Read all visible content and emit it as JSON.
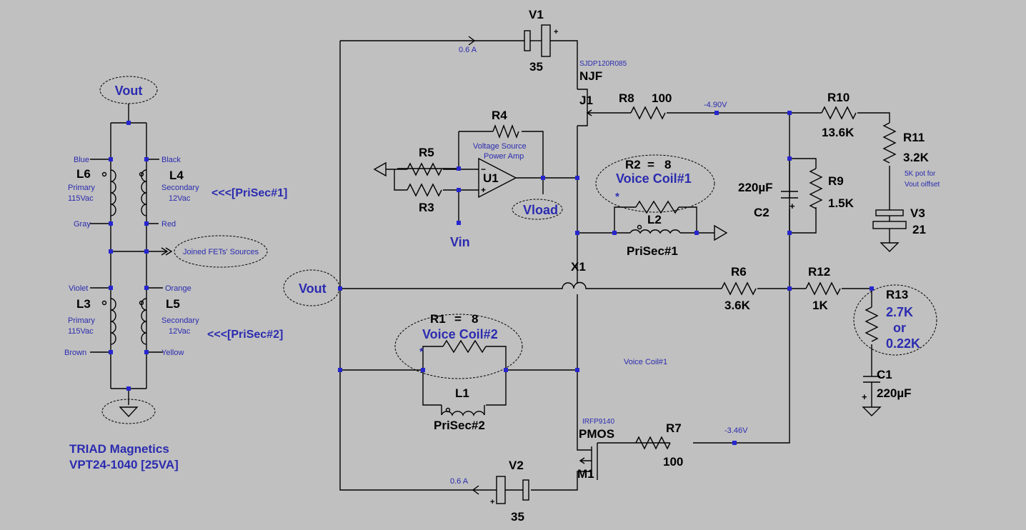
{
  "colors": {
    "background": "#c0c0c0",
    "wire": "#000000",
    "label_blue": "#2b2bb0",
    "junction": "#2626d0"
  },
  "transformer": {
    "vout_flag": "Vout",
    "l6": {
      "ref": "L6",
      "type": "Primary",
      "rating": "115Vac",
      "top_wire": "Blue",
      "bottom_wire": "Gray"
    },
    "l4": {
      "ref": "L4",
      "type": "Secondary",
      "rating": "12Vac",
      "top_wire": "Black",
      "bottom_wire": "Red"
    },
    "l3": {
      "ref": "L3",
      "type": "Primary",
      "rating": "115Vac",
      "top_wire": "Violet",
      "bottom_wire": "Brown"
    },
    "l5": {
      "ref": "L5",
      "type": "Secondary",
      "rating": "12Vac",
      "top_wire": "Orange",
      "bottom_wire": "Yellow"
    },
    "prisec1_label": "<<<[PriSec#1]",
    "prisec2_label": "<<<[PriSec#2]",
    "joined_label": "Joined FETs' Sources",
    "maker": "TRIAD Magnetics",
    "part": "VPT24-1040 [25VA]"
  },
  "left": {
    "vout_flag": "Vout"
  },
  "v1": {
    "ref": "V1",
    "value": "35",
    "current": "0.6 A",
    "plus": "+"
  },
  "v2": {
    "ref": "V2",
    "value": "35",
    "current": "0.6 A",
    "plus": "+"
  },
  "j1": {
    "model": "SJDP120R085",
    "type": "NJF",
    "ref": "J1"
  },
  "m1": {
    "model": "IRFP9140",
    "type": "PMOS",
    "ref": "M1"
  },
  "r8": {
    "ref": "R8",
    "value": "100"
  },
  "r7": {
    "ref": "R7",
    "value": "100"
  },
  "node_j1": "-4.90V",
  "node_m1": "-3.46V",
  "r10": {
    "ref": "R10",
    "value": "13.6K"
  },
  "r11": {
    "ref": "R11",
    "value": "3.2K",
    "note1": "5K pot for",
    "note2": "Vout oiffset"
  },
  "v3": {
    "ref": "V3",
    "value": "21"
  },
  "r9": {
    "ref": "R9",
    "value": "1.5K"
  },
  "c2": {
    "ref": "C2",
    "value": "220µF"
  },
  "r4": {
    "ref": "R4"
  },
  "r5": {
    "ref": "R5"
  },
  "r3": {
    "ref": "R3"
  },
  "u1": {
    "ref": "U1",
    "desc1": "Voltage Source",
    "desc2": "Power Amp"
  },
  "vin": "Vin",
  "vload": "Vload",
  "coil1": {
    "r_ref": "R2",
    "eq": "=",
    "r_val": "8",
    "title": "Voice Coil#1",
    "l_ref": "L2",
    "l_label": "PriSec#1",
    "star": "*"
  },
  "coil2": {
    "r_ref": "R1",
    "eq": "=",
    "r_val": "8",
    "title": "Voice Coil#2",
    "l_ref": "L1",
    "l_label": "PriSec#2",
    "star": "*"
  },
  "x1": "X1",
  "r6": {
    "ref": "R6",
    "value": "3.6K"
  },
  "r12": {
    "ref": "R12",
    "value": "1K"
  },
  "r13": {
    "ref": "R13",
    "v1": "2.7K",
    "or": "or",
    "v2": "0.22K"
  },
  "c1": {
    "ref": "C1",
    "value": "220µF"
  },
  "net_note": "Voice Coil#1"
}
